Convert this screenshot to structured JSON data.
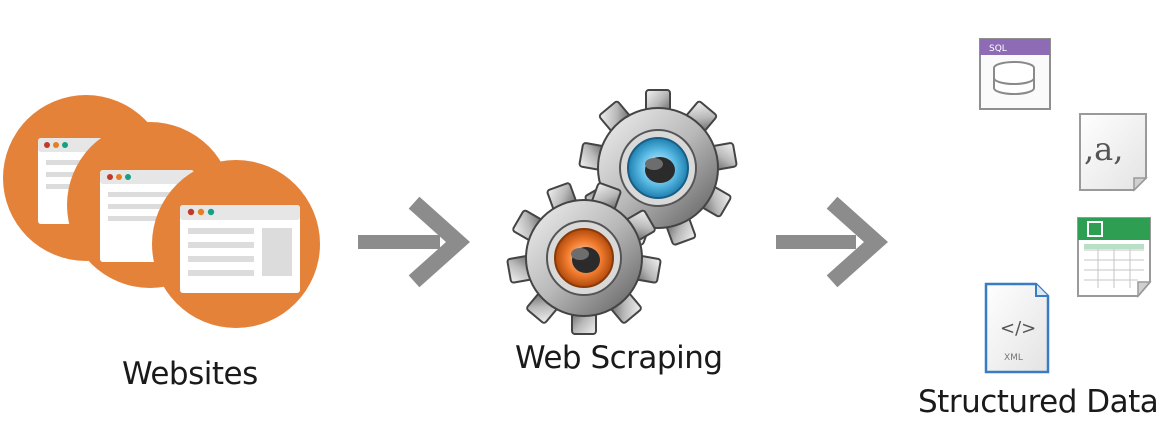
{
  "stages": {
    "websites": {
      "label": "Websites",
      "icon": "website-windows-icon",
      "circle_color": "#e5823a"
    },
    "scraping": {
      "label": "Web Scraping",
      "icon": "gears-icon"
    },
    "structured": {
      "label": "Structured Data",
      "files": [
        {
          "icon": "sql-file-icon",
          "tag": "SQL"
        },
        {
          "icon": "csv-file-icon",
          "text": ",a,"
        },
        {
          "icon": "spreadsheet-file-icon"
        },
        {
          "icon": "xml-file-icon",
          "code": "</>",
          "tag": "XML"
        }
      ]
    }
  },
  "arrows": [
    {
      "icon": "right-arrow-icon",
      "color": "#8c8c8c"
    },
    {
      "icon": "right-arrow-icon",
      "color": "#8c8c8c"
    }
  ]
}
